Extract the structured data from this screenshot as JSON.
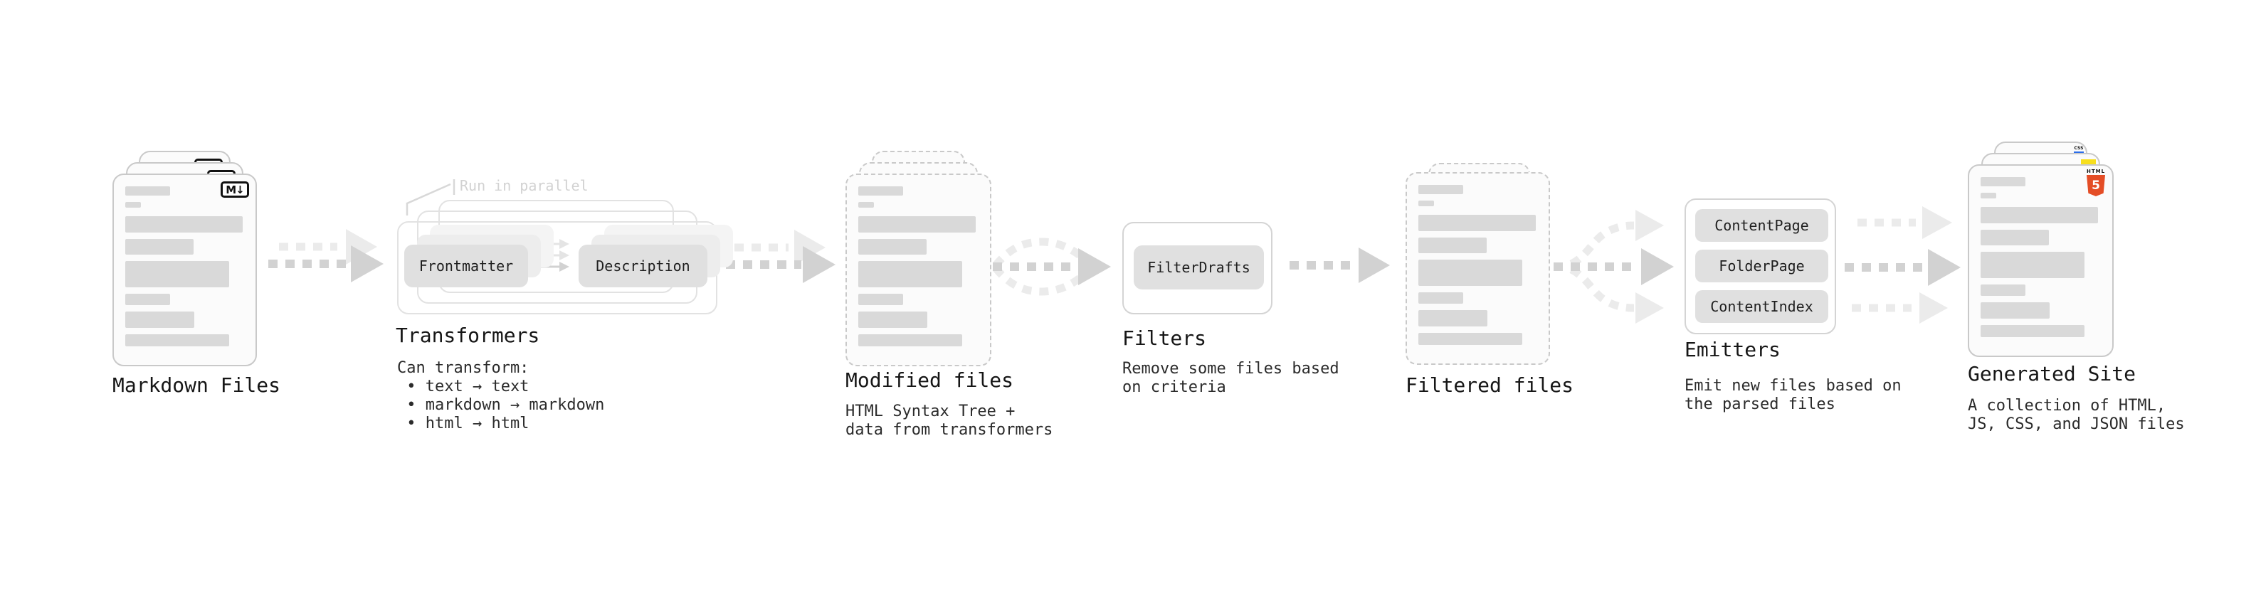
{
  "nodes": {
    "markdown_files": {
      "label": "Markdown Files",
      "badge_text": "M↓"
    },
    "transformers": {
      "label": "Transformers",
      "annotation": "Run in parallel",
      "pills": [
        "Frontmatter",
        "Description"
      ],
      "desc_lines": [
        "Can transform:",
        " • text → text",
        " • markdown → markdown",
        " • html → html"
      ]
    },
    "modified_files": {
      "label": "Modified files",
      "desc_lines": [
        "HTML Syntax Tree +",
        "data from transformers"
      ]
    },
    "filters": {
      "label": "Filters",
      "pills": [
        "FilterDrafts"
      ],
      "desc_lines": [
        "Remove some files based",
        "on criteria"
      ]
    },
    "filtered_files": {
      "label": "Filtered files"
    },
    "emitters": {
      "label": "Emitters",
      "pills": [
        "ContentPage",
        "FolderPage",
        "ContentIndex"
      ],
      "desc_lines": [
        "Emit new files based on",
        "the parsed files"
      ]
    },
    "generated_site": {
      "label": "Generated Site",
      "badges": {
        "css": "CSS",
        "html": "HTML",
        "html_number": "5"
      },
      "desc_lines": [
        "A collection of HTML,",
        "JS, CSS, and JSON files"
      ]
    }
  },
  "colors": {
    "canvas-bg": "#ffffff",
    "card-bg": "#fbfbfb",
    "card-border": "#c9c9c9",
    "bar-fill": "#d9d9d9",
    "pill-bg": "#e0e0e0",
    "heading-text": "#161616",
    "body-text": "#2b2b2b",
    "arrow-main": "#d2d2d2",
    "arrow-light": "#ebebeb",
    "annotation-text": "#d2d2d2",
    "badge-border": "#111111",
    "html5-orange": "#e44d26",
    "js-yellow": "#f7df1e",
    "css-blue": "#2b6de9"
  }
}
